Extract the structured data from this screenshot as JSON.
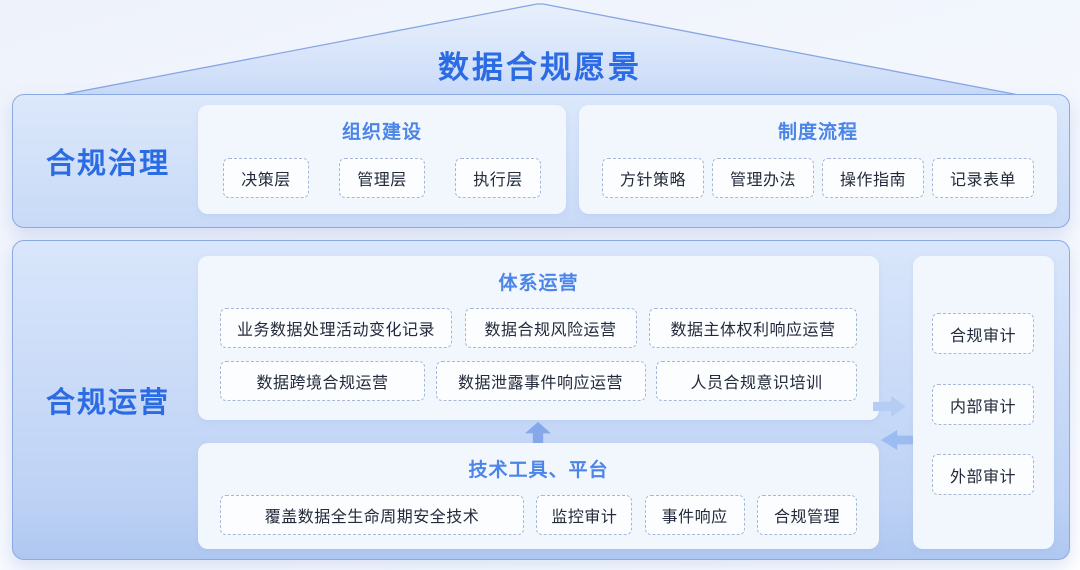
{
  "title": "数据合规愿景",
  "governance": {
    "label": "合规治理",
    "org": {
      "title": "组织建设",
      "items": [
        "决策层",
        "管理层",
        "执行层"
      ]
    },
    "policy": {
      "title": "制度流程",
      "items": [
        "方针策略",
        "管理办法",
        "操作指南",
        "记录表单"
      ]
    }
  },
  "operations": {
    "label": "合规运营",
    "system": {
      "title": "体系运营",
      "row1": [
        "业务数据处理活动变化记录",
        "数据合规风险运营",
        "数据主体权利响应运营"
      ],
      "row2": [
        "数据跨境合规运营",
        "数据泄露事件响应运营",
        "人员合规意识培训"
      ]
    },
    "tech": {
      "title": "技术工具、平台",
      "items": [
        "覆盖数据全生命周期安全技术",
        "监控审计",
        "事件响应",
        "合规管理"
      ]
    },
    "audit": {
      "items": [
        "合规审计",
        "内部审计",
        "外部审计"
      ]
    }
  },
  "colors": {
    "accent_blue": "#2b6be3",
    "card_title_blue": "#4c85e8",
    "item_text": "#232a3a",
    "dashed_border": "#a6b8d6",
    "section_fill_top": "#dce8fb",
    "section_fill_bottom": "#b8cdf3",
    "roof_stroke": "#87a6e3",
    "arrow_blue": "#8fb2ee"
  }
}
